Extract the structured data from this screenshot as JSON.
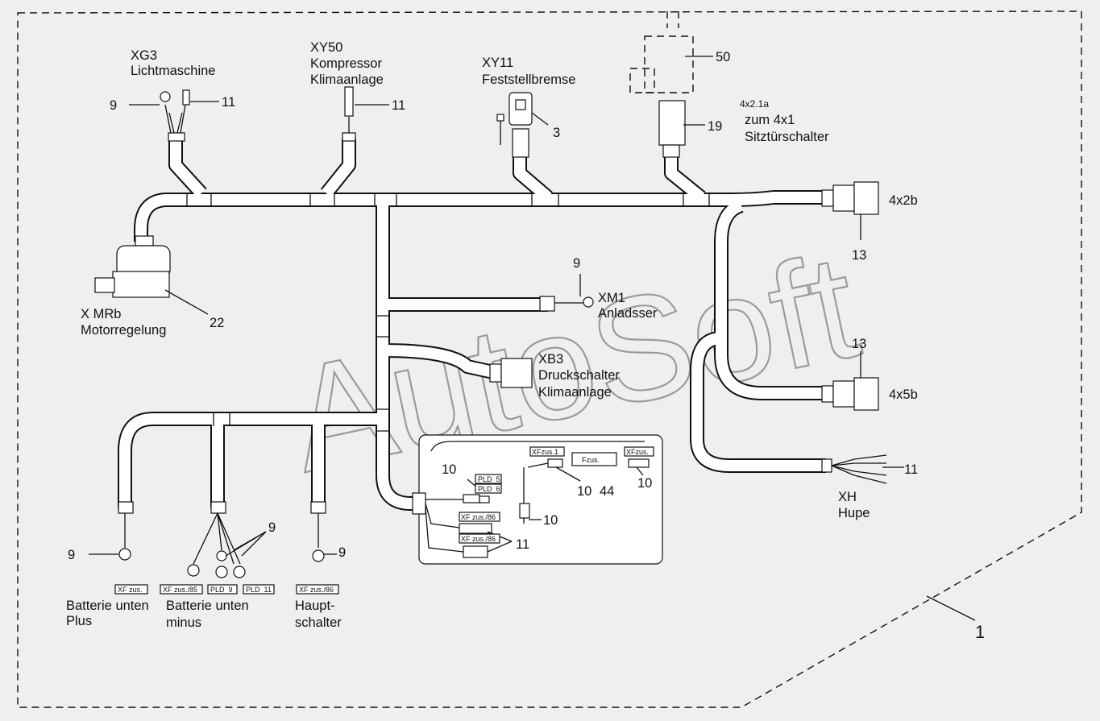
{
  "watermark": "AutoSoft",
  "labels": {
    "xg3_code": "XG3",
    "xg3_name": "Lichtmaschine",
    "xy50_code": "XY50",
    "xy50_name1": "Kompressor",
    "xy50_name2": "Klimaanlage",
    "xy11_code": "XY11",
    "xy11_name": "Feststellbremse",
    "ref_4x21a": "4x2.1a",
    "zum_4x1": "zum 4x1",
    "sitz": "Sitztürschalter",
    "c4x2b": "4x2b",
    "c4x5b": "4x5b",
    "xmrb_code": "X MRb",
    "xmrb_name": "Motorregelung",
    "xm1_code": "XM1",
    "xm1_name": "Anladsser",
    "xb3_code": "XB3",
    "xb3_name1": "Druckschalter",
    "xb3_name2": "Klimaanlage",
    "xh_code": "XH",
    "xh_name": "Hupe",
    "bat_plus1": "Batterie unten",
    "bat_plus2": "Plus",
    "bat_minus1": "Batterie unten",
    "bat_minus2": "minus",
    "haupt1": "Haupt-",
    "haupt2": "schalter"
  },
  "numbers": {
    "n9": "9",
    "n11": "11",
    "n3": "3",
    "n50": "50",
    "n19": "19",
    "n13": "13",
    "n22": "22",
    "n10": "10",
    "n44": "44",
    "n1": "1"
  },
  "tags": {
    "pld5": "PLD_5",
    "pld6": "PLD_6",
    "xfzus1": "XFzus.1",
    "fzus": "Fzus.",
    "xfzus_r": "XFzus.",
    "xfzus86a": "XF zus./86",
    "xfzus86b": "XF zus./86",
    "xfzus": "XF zus.",
    "xfzus85": "XF zus./85",
    "pld9": "PLD_9",
    "pld11": "PLD_11",
    "xfzus86c": "XF zus./86"
  }
}
